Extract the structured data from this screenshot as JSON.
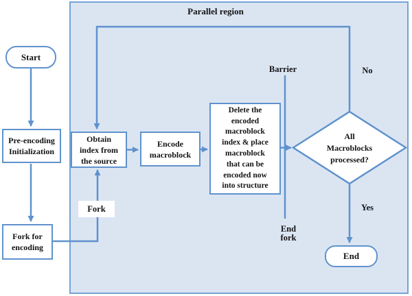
{
  "diagram": {
    "region_title": "Parallel region",
    "nodes": {
      "start": {
        "label": "Start"
      },
      "pre_encoding": {
        "label": "Pre-encoding\nInitialization"
      },
      "fork_for_encoding": {
        "label": "Fork for\nencoding"
      },
      "obtain_index": {
        "label": "Obtain\nindex from\nthe source"
      },
      "encode_macroblock": {
        "label": "Encode\nmacroblock"
      },
      "delete_encoded": {
        "label": "Delete the\nencoded\nmacroblock\nindex & place\nmacroblock\nthat can be\nencoded now\ninto structure"
      },
      "all_processed": {
        "label": "All\nMacroblocks\nprocessed?"
      },
      "end": {
        "label": "End"
      }
    },
    "edge_labels": {
      "fork": "Fork",
      "barrier": "Barrier",
      "end_fork": "End\nfork",
      "no": "No",
      "yes": "Yes"
    },
    "colors": {
      "region_fill": "#dbe5f2",
      "region_border": "#74a3d6",
      "shape_border": "#5f92cd",
      "connector": "#5f92cd",
      "shape_fill": "#ffffff",
      "text": "#141414"
    }
  }
}
